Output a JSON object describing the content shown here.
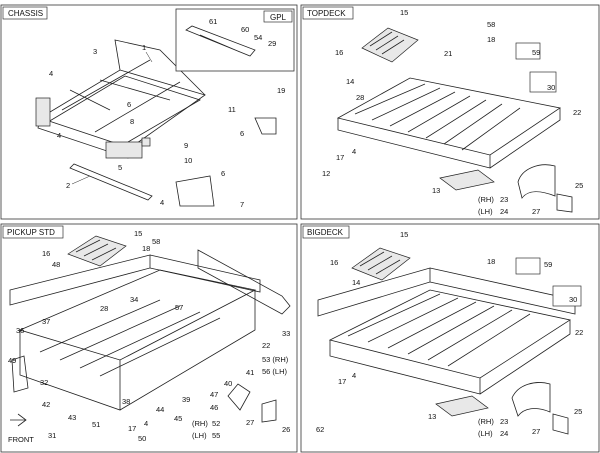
{
  "panels": {
    "chassis": {
      "title": "CHASSIS",
      "inset_title": "GPL",
      "labels": [
        "1",
        "2",
        "3",
        "4",
        "4",
        "4",
        "5",
        "6",
        "6",
        "6",
        "7",
        "8",
        "9",
        "10",
        "11",
        "19",
        "29",
        "54",
        "60",
        "61"
      ]
    },
    "topdeck": {
      "title": "TOPDECK",
      "labels": [
        "12",
        "13",
        "14",
        "15",
        "16",
        "17",
        "4",
        "18",
        "21",
        "22",
        "23",
        "24",
        "25",
        "27",
        "28",
        "30",
        "58",
        "59"
      ],
      "rh": "(RH)",
      "lh": "(LH)"
    },
    "pickup": {
      "title": "PICKUP STD",
      "labels": [
        "15",
        "16",
        "18",
        "48",
        "58",
        "28",
        "34",
        "57",
        "33",
        "36",
        "37",
        "49",
        "32",
        "42",
        "43",
        "31",
        "38",
        "4",
        "17",
        "50",
        "51",
        "44",
        "45",
        "39",
        "47",
        "46",
        "40",
        "41",
        "22",
        "26",
        "27",
        "52",
        "55",
        "53 (RH)",
        "56 (LH)"
      ],
      "front": "FRONT",
      "rh": "(RH)",
      "lh": "(LH)"
    },
    "bigdeck": {
      "title": "BIGDECK",
      "labels": [
        "15",
        "16",
        "18",
        "14",
        "59",
        "30",
        "22",
        "17",
        "4",
        "13",
        "23",
        "24",
        "25",
        "27",
        "62"
      ],
      "rh": "(RH)",
      "lh": "(LH)"
    }
  }
}
